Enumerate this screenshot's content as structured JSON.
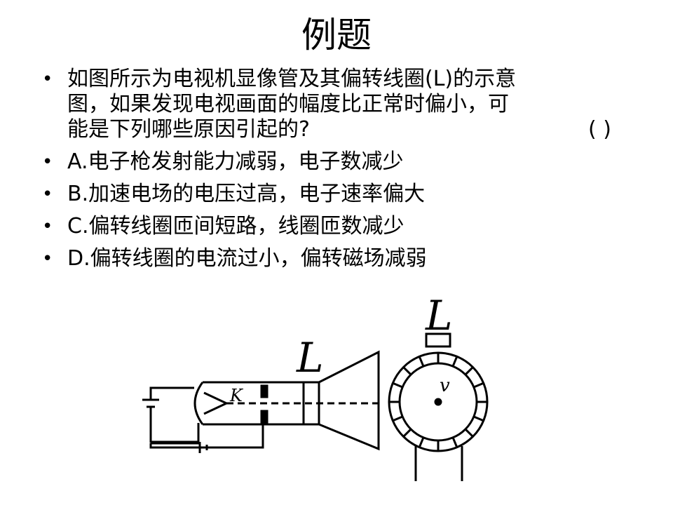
{
  "slide": {
    "title": "例题",
    "question_lines": [
      "如图所示为电视机显像管及其偏转线圈(L)的示意",
      "图，如果发现电视画面的幅度比正常时偏小，可",
      "能是下列哪些原因引起的?"
    ],
    "answer_paren": "(      )",
    "options": [
      "A.电子枪发射能力减弱，电子数减少",
      "B.加速电场的电压过高，电子速率偏大",
      "C.偏转线圈匝间短路，线圈匝数减少",
      "D.偏转线圈的电流过小，偏转磁场减弱"
    ],
    "bullet_glyph": "•"
  },
  "diagram": {
    "label_coil_side": "L",
    "label_coil_end": "L",
    "label_cathode": "K",
    "label_velocity": "v"
  }
}
